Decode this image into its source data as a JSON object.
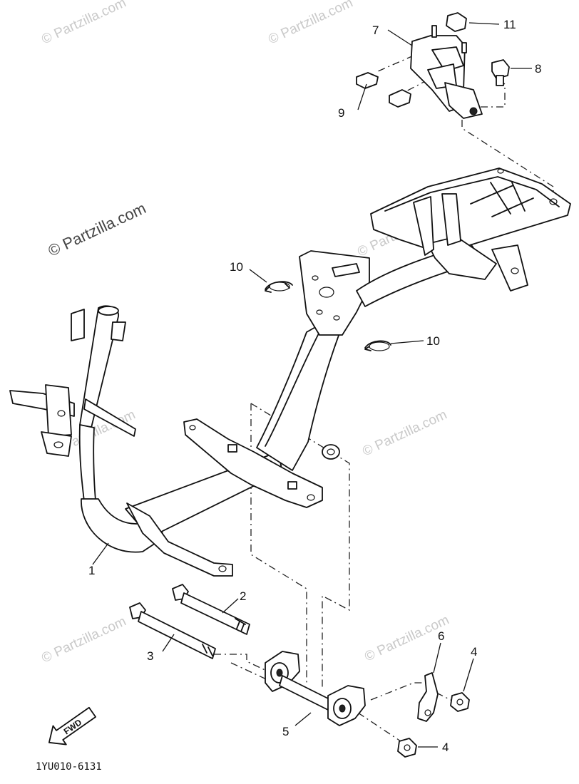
{
  "watermark": "© Partzilla.com",
  "diagram_code": "1YU010-6131",
  "fwd_label": "FWD",
  "callouts": {
    "c1": "1",
    "c2": "2",
    "c3": "3",
    "c4a": "4",
    "c4b": "4",
    "c5": "5",
    "c6": "6",
    "c7": "7",
    "c8": "8",
    "c9": "9",
    "c10a": "10",
    "c10b": "10",
    "c11": "11"
  }
}
